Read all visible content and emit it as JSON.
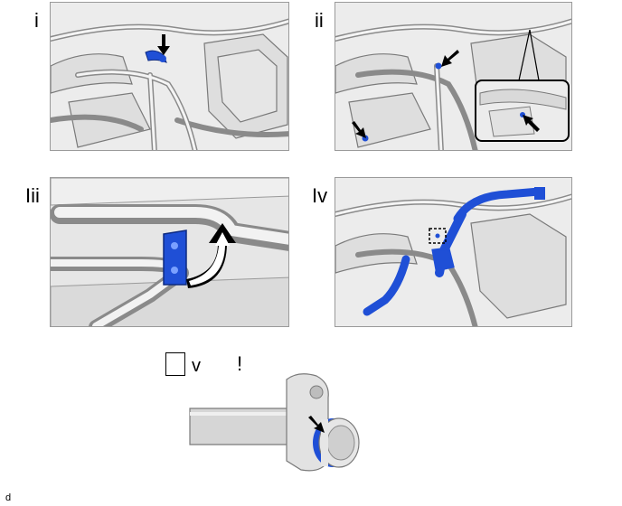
{
  "panels": [
    {
      "label": "i"
    },
    {
      "label": "ii"
    },
    {
      "label": "Iii"
    },
    {
      "label": "Iv"
    }
  ],
  "bottom": {
    "label": "v",
    "mark": "!"
  },
  "footer": {
    "code": "d"
  },
  "colors": {
    "highlight": "#1f4fd6",
    "metal": "#d9d9d9",
    "outline": "#6b6b6b",
    "background": "#ececec"
  },
  "icons": [
    "pointer-arrow-icon",
    "rotate-arrow-icon",
    "dashed-callout-box"
  ]
}
